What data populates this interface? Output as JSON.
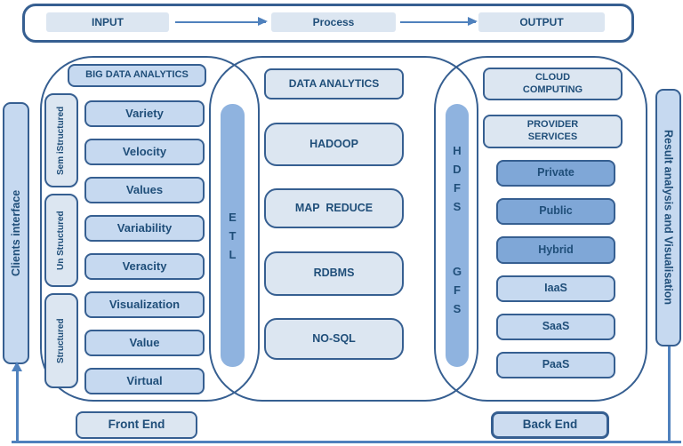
{
  "colors": {
    "border": "#365f91",
    "text": "#1f4e79",
    "light_fill": "#dce6f1",
    "medium_fill": "#c6d9f0",
    "dark_fill": "#7fa7d7",
    "pill_fill": "#8fb3df",
    "line": "#4f81bd"
  },
  "flow_banner": {
    "input_label": "INPUT",
    "process_label": "Process",
    "output_label": "OUTPUT"
  },
  "left_sidebar": {
    "label": "Clients interface"
  },
  "right_sidebar": {
    "label": "Result analysis and Visualisation"
  },
  "big_data_panel": {
    "title": "BIG DATA ANALYTICS",
    "groups": [
      {
        "label": "Sem iStructured"
      },
      {
        "label": "Un Structured"
      },
      {
        "label": "Structured"
      }
    ],
    "items": [
      {
        "label": "Variety"
      },
      {
        "label": "Velocity"
      },
      {
        "label": "Values"
      },
      {
        "label": "Variability"
      },
      {
        "label": "Veracity"
      },
      {
        "label": "Visualization"
      },
      {
        "label": "Value"
      },
      {
        "label": "Virtual"
      }
    ]
  },
  "etl_bar": {
    "label": "E\nT\nL"
  },
  "processing_panel": {
    "items": [
      {
        "label": "DATA ANALYTICS"
      },
      {
        "label": "HADOOP"
      },
      {
        "label": "MAP  REDUCE"
      },
      {
        "label": "RDBMS"
      },
      {
        "label": "NO-SQL"
      }
    ]
  },
  "hdfs_bar": {
    "top_label": "H\nD\nF\nS",
    "bottom_label": "G\nF\nS"
  },
  "cloud_panel": {
    "title": "CLOUD\nCOMPUTING",
    "subtitle": "PROVIDER\nSERVICES",
    "deployment_items": [
      {
        "label": "Private"
      },
      {
        "label": "Public"
      },
      {
        "label": "Hybrid"
      }
    ],
    "service_items": [
      {
        "label": "IaaS"
      },
      {
        "label": "SaaS"
      },
      {
        "label": "PaaS"
      }
    ]
  },
  "footer": {
    "front_label": "Front End",
    "back_label": "Back End"
  }
}
